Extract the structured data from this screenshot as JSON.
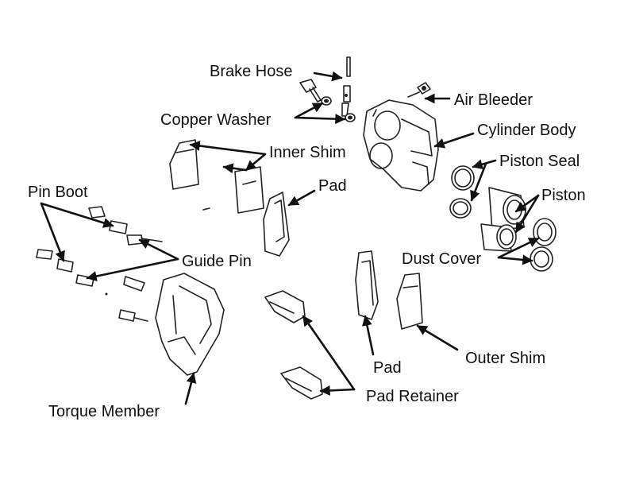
{
  "labels": {
    "brake_hose": "Brake Hose",
    "air_bleeder": "Air Bleeder",
    "copper_washer": "Copper Washer",
    "cylinder_body": "Cylinder Body",
    "inner_shim": "Inner Shim",
    "piston_seal": "Piston Seal",
    "pad_upper": "Pad",
    "pin_boot": "Pin Boot",
    "piston": "Piston",
    "guide_pin": "Guide Pin",
    "dust_cover": "Dust Cover",
    "outer_shim": "Outer Shim",
    "pad_lower": "Pad",
    "pad_retainer": "Pad Retainer",
    "torque_member": "Torque Member"
  }
}
